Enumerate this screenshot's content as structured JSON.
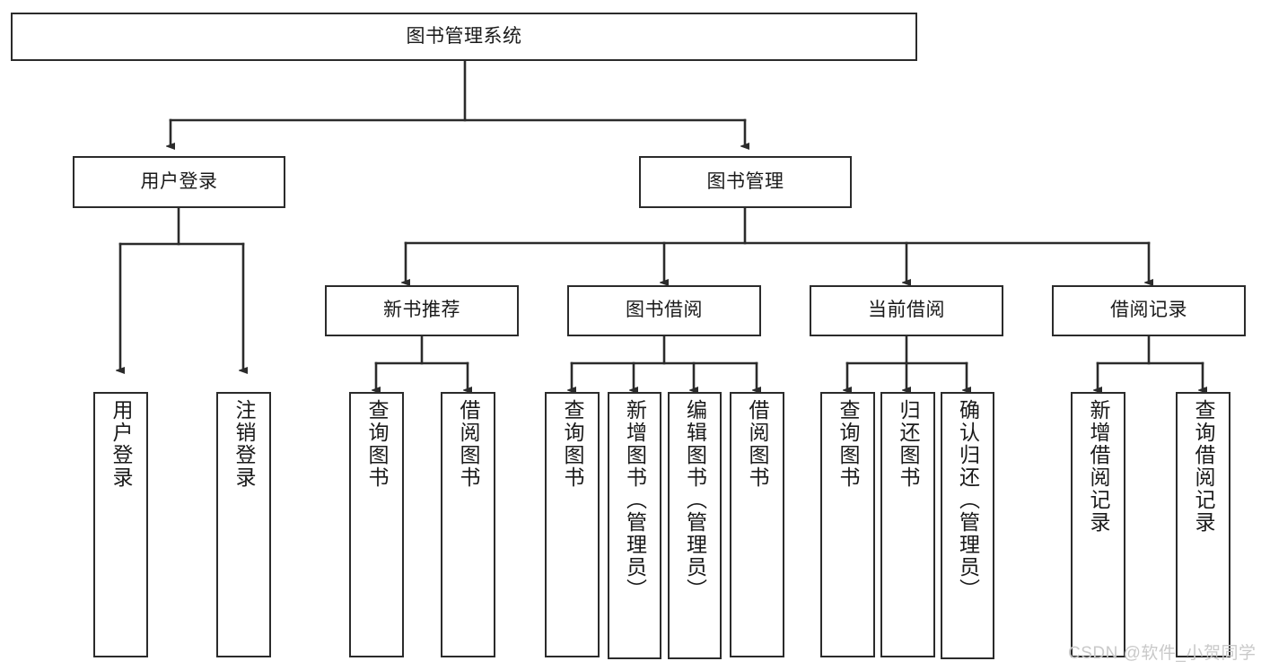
{
  "diagram": {
    "title": "图书管理系统",
    "type": "tree-hierarchy-chart",
    "root": {
      "label": "图书管理系统"
    },
    "level1": [
      {
        "label": "用户登录"
      },
      {
        "label": "图书管理"
      }
    ],
    "level2": [
      {
        "label": "新书推荐"
      },
      {
        "label": "图书借阅"
      },
      {
        "label": "当前借阅"
      },
      {
        "label": "借阅记录"
      }
    ],
    "leaves": {
      "user_login": [
        {
          "label": "用户登录"
        },
        {
          "label": "注销登录"
        }
      ],
      "new_book_recommend": [
        {
          "label": "查询图书"
        },
        {
          "label": "借阅图书"
        }
      ],
      "book_borrow": [
        {
          "label": "查询图书"
        },
        {
          "label": "新增图书（管理员）"
        },
        {
          "label": "编辑图书（管理员）"
        },
        {
          "label": "借阅图书"
        }
      ],
      "current_borrow": [
        {
          "label": "查询图书"
        },
        {
          "label": "归还图书"
        },
        {
          "label": "确认归还（管理员）"
        }
      ],
      "borrow_record": [
        {
          "label": "新增借阅记录"
        },
        {
          "label": "查询借阅记录"
        }
      ]
    }
  },
  "watermark": {
    "text": "CSDN @软件_小贺同学"
  },
  "colors": {
    "border": "#2b2b2b",
    "text": "#1a1a1a",
    "background": "#ffffff",
    "watermark": "#c9c9c9"
  }
}
